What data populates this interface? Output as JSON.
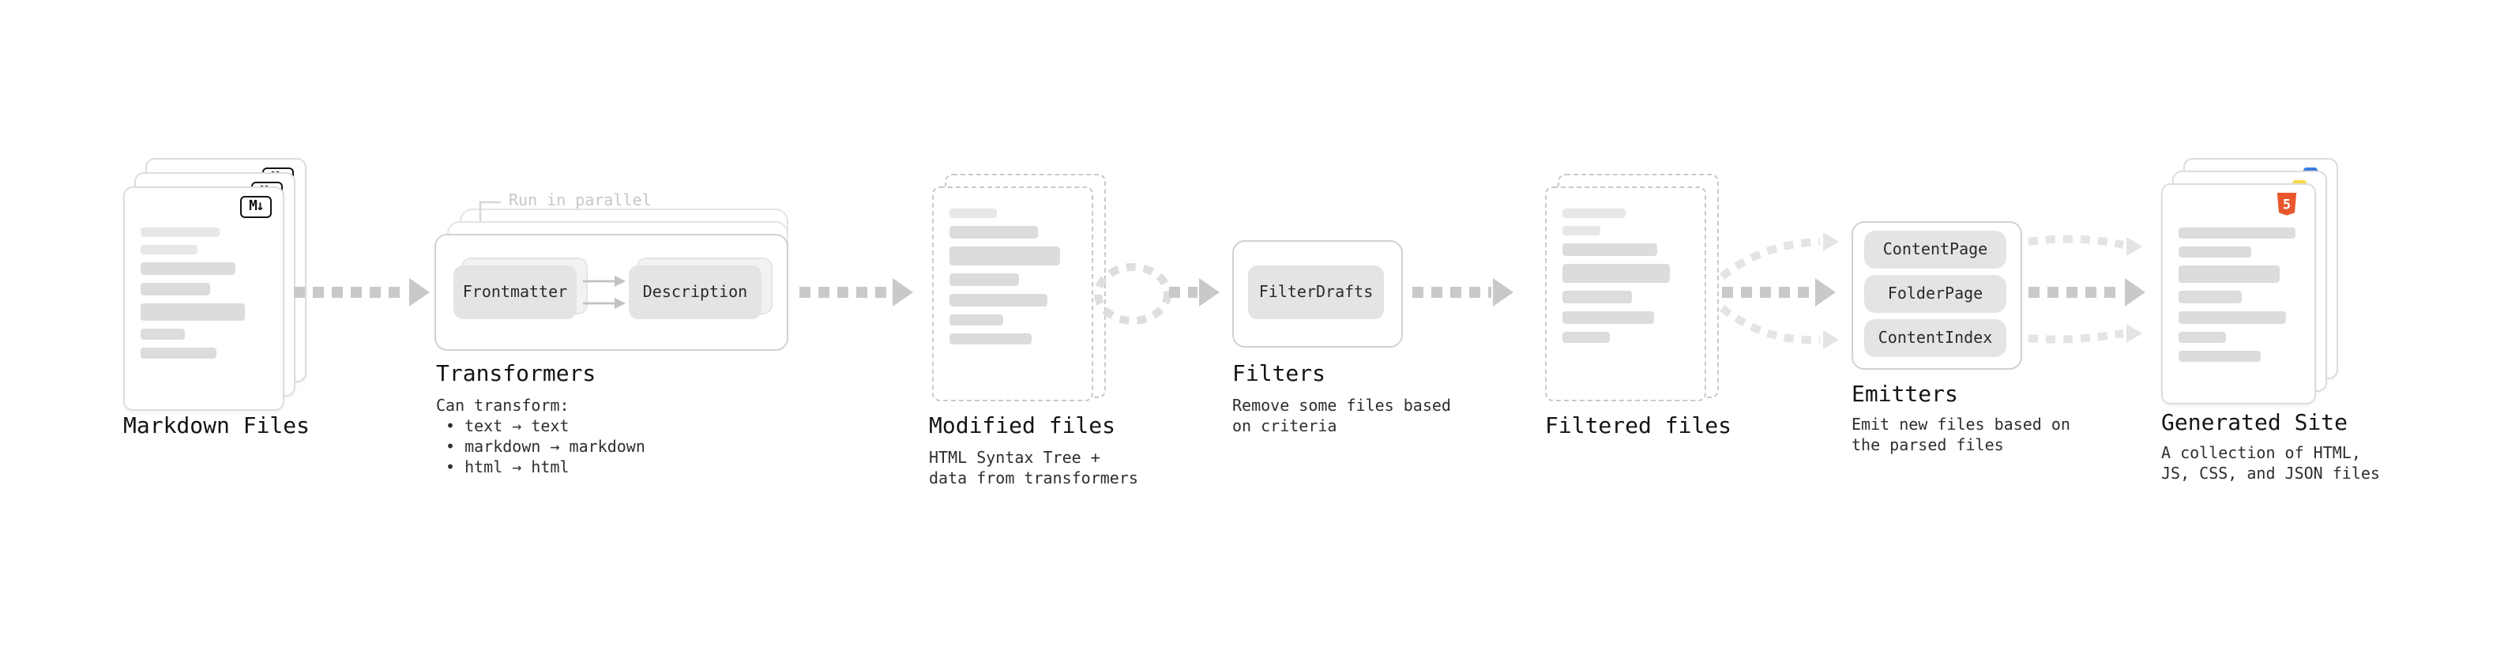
{
  "nodes": {
    "markdown_files": {
      "label": "Markdown Files"
    },
    "transformers": {
      "label": "Transformers",
      "annotation": "Run in parallel",
      "plugins": [
        "Frontmatter",
        "Description"
      ],
      "desc_title": "Can transform:",
      "bullets": [
        "• text → text",
        "• markdown → markdown",
        "• html → html"
      ]
    },
    "modified_files": {
      "label": "Modified files",
      "desc": "HTML Syntax Tree +\ndata from transformers"
    },
    "filters": {
      "label": "Filters",
      "plugins": [
        "FilterDrafts"
      ],
      "desc": "Remove some files based\non criteria"
    },
    "filtered_files": {
      "label": "Filtered files"
    },
    "emitters": {
      "label": "Emitters",
      "plugins": [
        "ContentPage",
        "FolderPage",
        "ContentIndex"
      ],
      "desc": "Emit new files based on\nthe parsed files"
    },
    "generated_site": {
      "label": "Generated Site",
      "desc": "A collection of HTML,\nJS, CSS, and JSON files"
    }
  },
  "icons": {
    "markdown_badge": "M↓",
    "html5_badge": "5",
    "html5_color": "#e8582c",
    "js_color": "#f5d94b",
    "css_color": "#3b7de0"
  },
  "colors": {
    "arrow": "#c9c9c9",
    "arrow_light": "#e4e4e4",
    "bar": "#dcdcdc",
    "border": "#d2d2d2",
    "text": "#1a1a1a",
    "muted_text": "#c7c7c7",
    "background": "#ffffff"
  }
}
